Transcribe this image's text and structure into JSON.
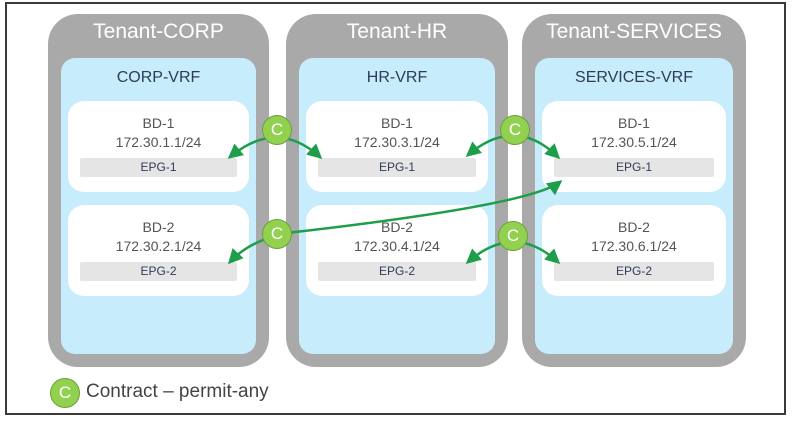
{
  "tenants": [
    {
      "title": "Tenant-CORP",
      "vrf": "CORP-VRF",
      "bds": [
        {
          "name": "BD-1",
          "ip": "172.30.1.1/24",
          "epg": "EPG-1"
        },
        {
          "name": "BD-2",
          "ip": "172.30.2.1/24",
          "epg": "EPG-2"
        }
      ]
    },
    {
      "title": "Tenant-HR",
      "vrf": "HR-VRF",
      "bds": [
        {
          "name": "BD-1",
          "ip": "172.30.3.1/24",
          "epg": "EPG-1"
        },
        {
          "name": "BD-2",
          "ip": "172.30.4.1/24",
          "epg": "EPG-2"
        }
      ]
    },
    {
      "title": "Tenant-SERVICES",
      "vrf": "SERVICES-VRF",
      "bds": [
        {
          "name": "BD-1",
          "ip": "172.30.5.1/24",
          "epg": "EPG-1"
        },
        {
          "name": "BD-2",
          "ip": "172.30.6.1/24",
          "epg": "EPG-2"
        }
      ]
    }
  ],
  "contract_symbol": "C",
  "legend": {
    "symbol": "C",
    "label": "Contract – permit-any"
  },
  "colors": {
    "tenant": "#a9a9a9",
    "vrf": "#c7ecfb",
    "contract": "#92d050",
    "arrow": "#1e9e4a"
  }
}
